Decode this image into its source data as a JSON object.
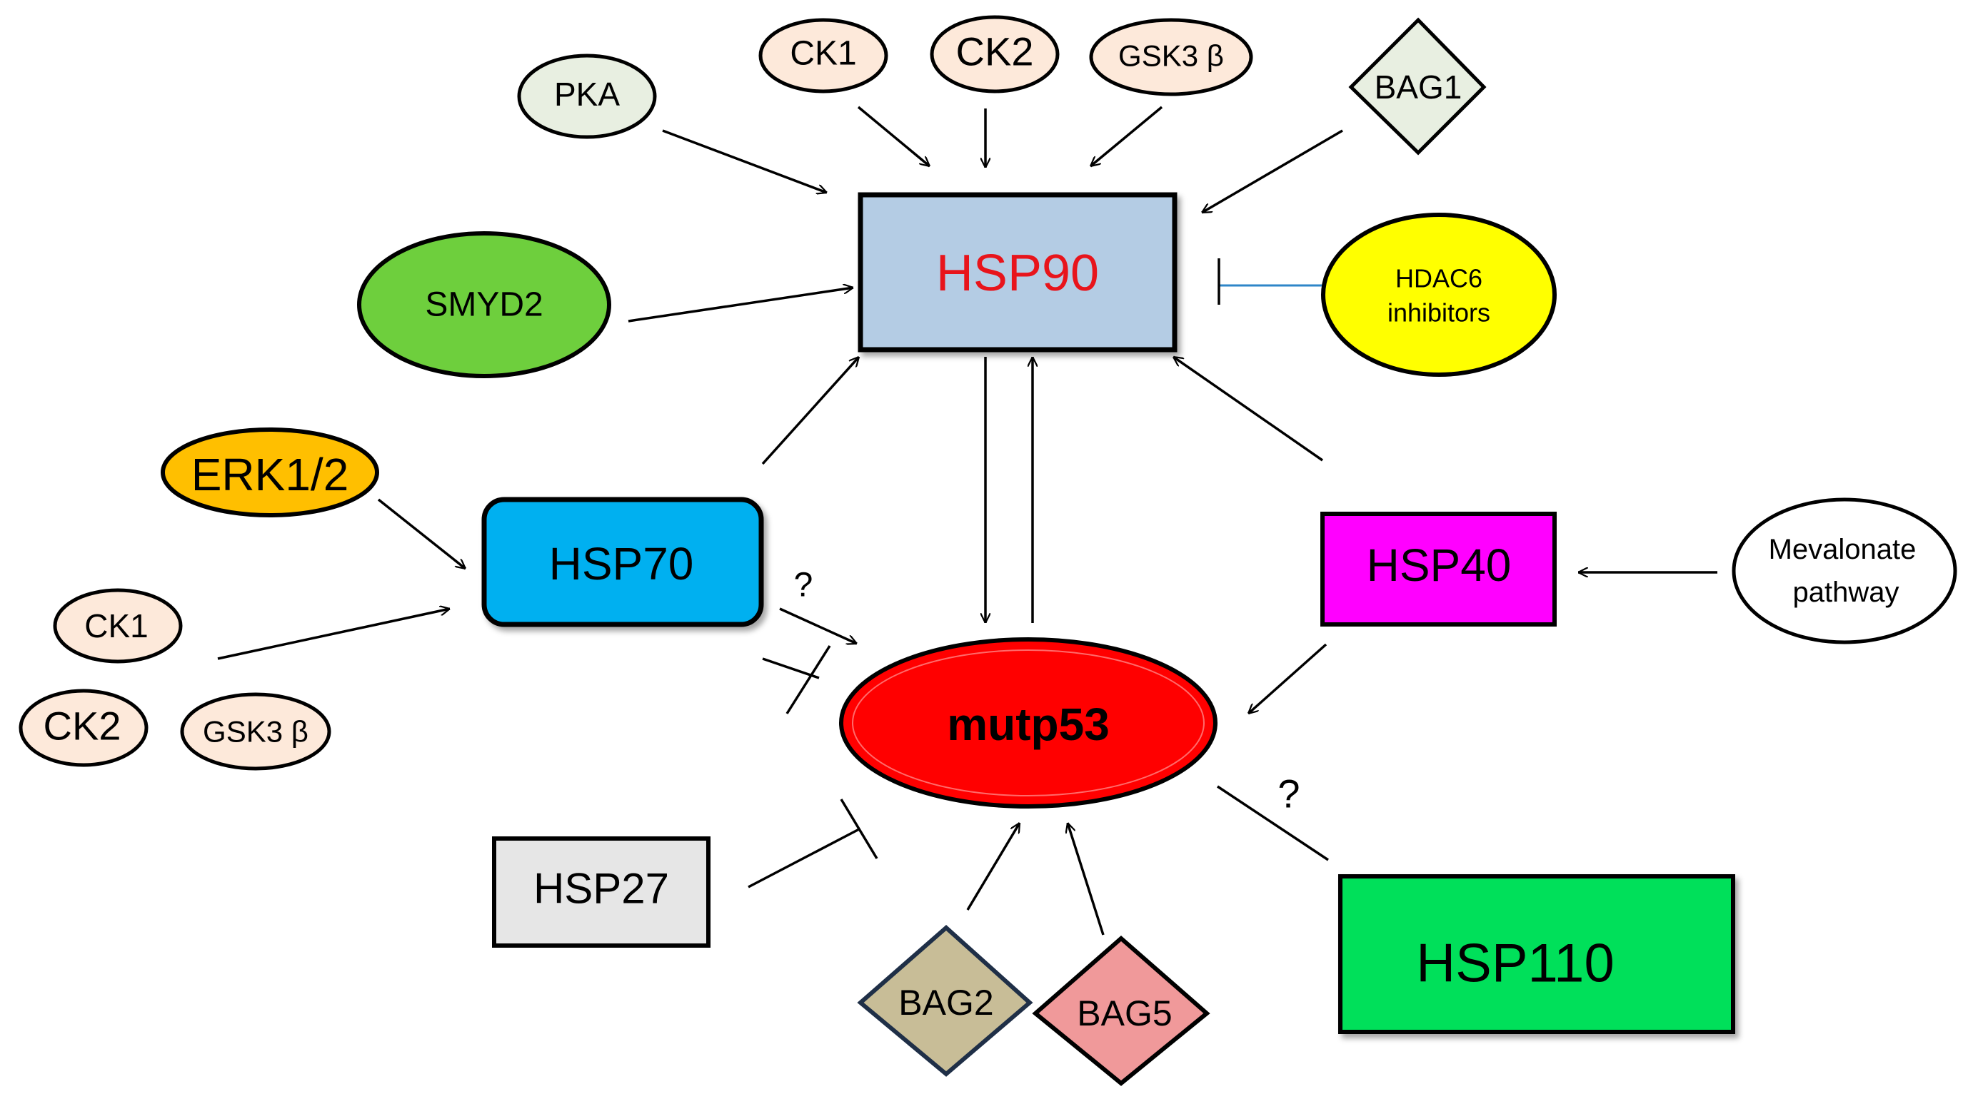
{
  "colors": {
    "hsp90_fill": "#b4cce4",
    "hsp90_text": "#e8141b",
    "smyd2": "#6ecf3d",
    "hdac6": "#ffff00",
    "erk": "#ffbf00",
    "hsp70": "#00b0f0",
    "hsp40": "#ff00ff",
    "mutp53": "#ff0000",
    "hsp27": "#e6e6e6",
    "hsp110": "#00e05a",
    "bag2": "#c8bd97",
    "bag5": "#f0999a",
    "bag1": "#e8efe1",
    "pka": "#e8efe1",
    "kinase": "#fde9da",
    "inhibitor_line": "#2e86c8"
  },
  "nodes": {
    "hsp90": "HSP90",
    "pka": "PKA",
    "ck1_top": "CK1",
    "ck2_top": "CK2",
    "gsk3_top": "GSK3 β",
    "bag1": "BAG1",
    "smyd2": "SMYD2",
    "hdac6_line1": "HDAC6",
    "hdac6_line2": "inhibitors",
    "erk": "ERK1/2",
    "hsp70": "HSP70",
    "ck1_left": "CK1",
    "ck2_left": "CK2",
    "gsk3_left": "GSK3 β",
    "hsp40": "HSP40",
    "mevalonate_line1": "Mevalonate",
    "mevalonate_line2": "pathway",
    "mutp53": "mutp53",
    "hsp27": "HSP27",
    "bag2": "BAG2",
    "bag5": "BAG5",
    "hsp110": "HSP110"
  },
  "annotations": {
    "q_hsp70": "?",
    "q_hsp110": "?"
  }
}
